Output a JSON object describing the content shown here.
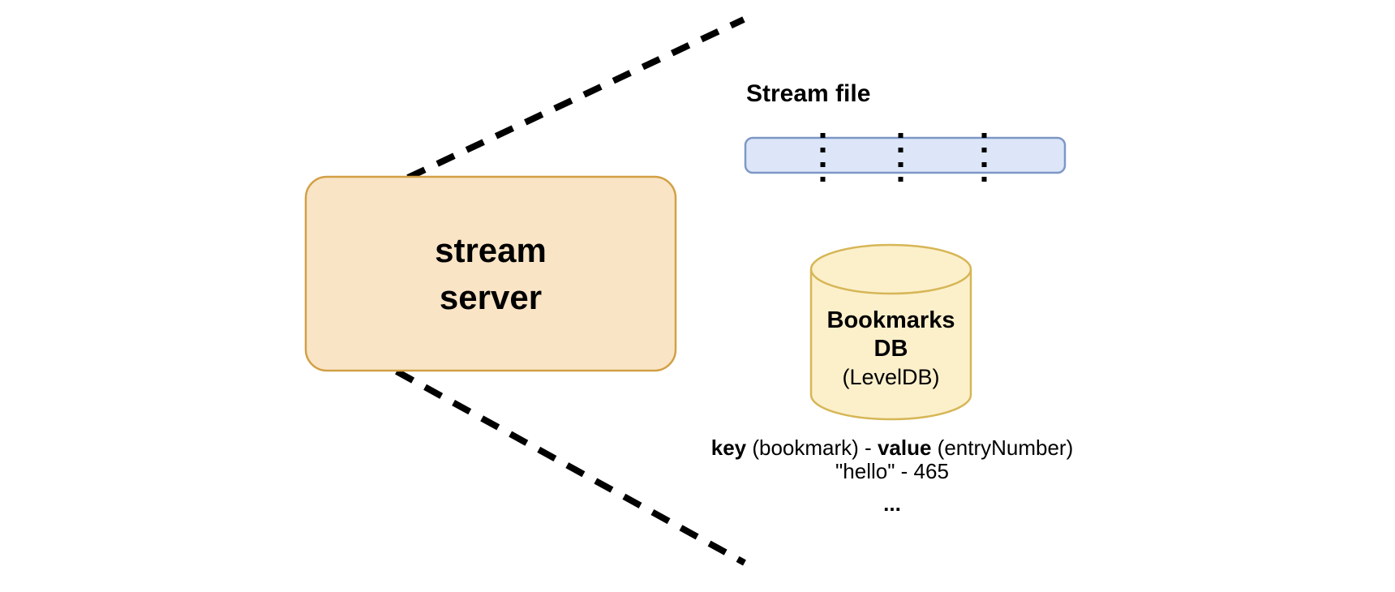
{
  "colors": {
    "server_fill": "#F9E4C6",
    "server_stroke": "#D2A045",
    "file_fill": "#DCE6F8",
    "file_stroke": "#7E97C6",
    "db_fill": "#FCF0CB",
    "db_stroke": "#D6B656",
    "dash": "#000000"
  },
  "server": {
    "label": "stream\nserver"
  },
  "stream_file": {
    "title": "Stream file"
  },
  "bookmarks_db": {
    "name_line1": "Bookmarks",
    "name_line2": "DB",
    "subtitle": "(LevelDB)"
  },
  "kv_legend": {
    "key_label": "key",
    "key_suffix": " (bookmark) - ",
    "value_label": "value",
    "value_suffix": " (entryNumber)",
    "example": "\"hello\" - 465",
    "more": "..."
  }
}
